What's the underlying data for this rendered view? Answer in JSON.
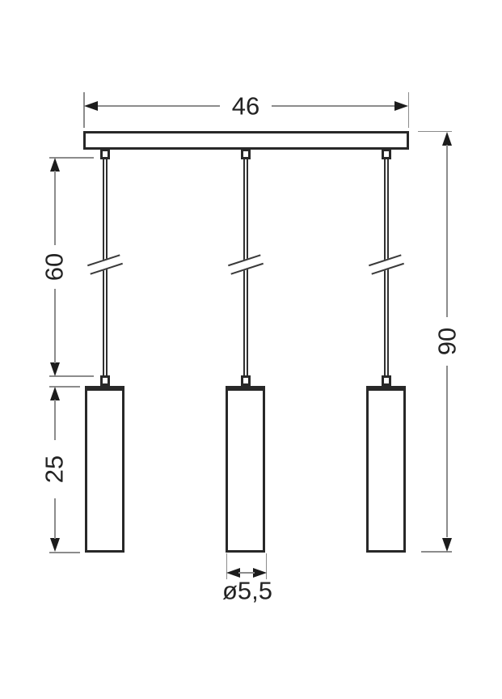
{
  "drawing": {
    "type": "technical-line-drawing",
    "subject": "three-light linear pendant lamp, front elevation with dimensions",
    "labels": {
      "bar_width": "46",
      "cable_length": "60",
      "total_height": "90",
      "shade_height": "25",
      "shade_diameter": "ø5,5"
    },
    "colors": {
      "background": "#ffffff",
      "object_line": "#282828",
      "dimension_line": "#8c8c8c",
      "arrow": "#1c1c1c",
      "text": "#232323"
    }
  }
}
